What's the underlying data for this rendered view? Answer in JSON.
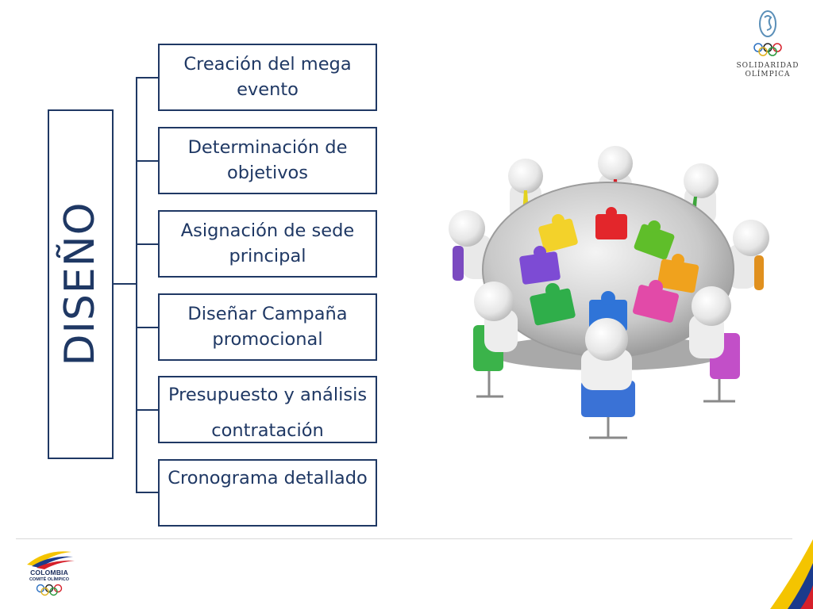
{
  "title": "DISEÑO",
  "items": [
    {
      "line1": "Creación del mega",
      "line2": "evento"
    },
    {
      "line1": "Determinación de",
      "line2": "objetivos"
    },
    {
      "line1": "Asignación de sede",
      "line2": "principal"
    },
    {
      "line1": "Diseñar Campaña",
      "line2": "promocional"
    },
    {
      "line1": "Presupuesto y análisis",
      "line2": "contratación"
    },
    {
      "line1": "Cronograma detallado",
      "line2": ""
    }
  ],
  "logo_top": {
    "line1": "SOLIDARIDAD",
    "line2": "OLÍMPICA"
  },
  "logo_bottom": {
    "name": "COLOMBIA",
    "subtitle": "COMITÉ OLÍMPICO"
  },
  "colors": {
    "primary": "#1f3864",
    "yellow": "#f4c400",
    "blue": "#1b3b8c",
    "red": "#d6202a"
  },
  "icons": [
    "olympic-rings-icon",
    "meeting-puzzle-illustration"
  ]
}
